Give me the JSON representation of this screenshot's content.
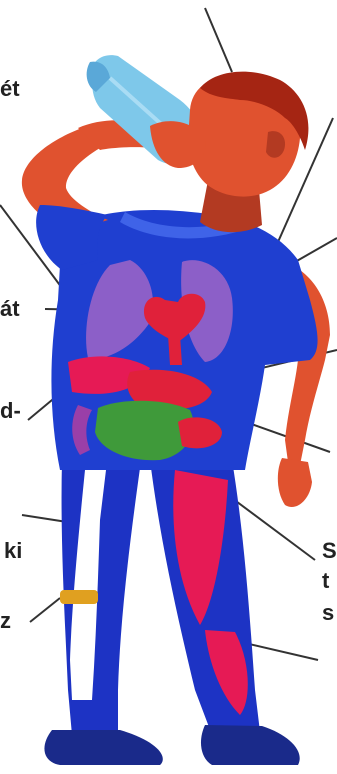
{
  "diagram": {
    "labels": {
      "left_1": "ét",
      "left_2": "át",
      "left_3": "d-",
      "left_4": "ki",
      "left_5": "z",
      "right_1": "S",
      "right_2": "t",
      "right_3": "s"
    },
    "colors": {
      "skin": "#e0522f",
      "skin_shadow": "#b33a22",
      "hair": "#a52513",
      "shirt": "#1f3fd0",
      "pants": "#1d33c4",
      "bottle": "#7ec8ea",
      "lungs": "#8c5fc8",
      "heart": "#e0213a",
      "intestine": "#3f9a3a",
      "muscle": "#e61a55",
      "bone": "#ffffff",
      "joint": "#e0a020",
      "shoes": "#1a2a8a"
    }
  }
}
